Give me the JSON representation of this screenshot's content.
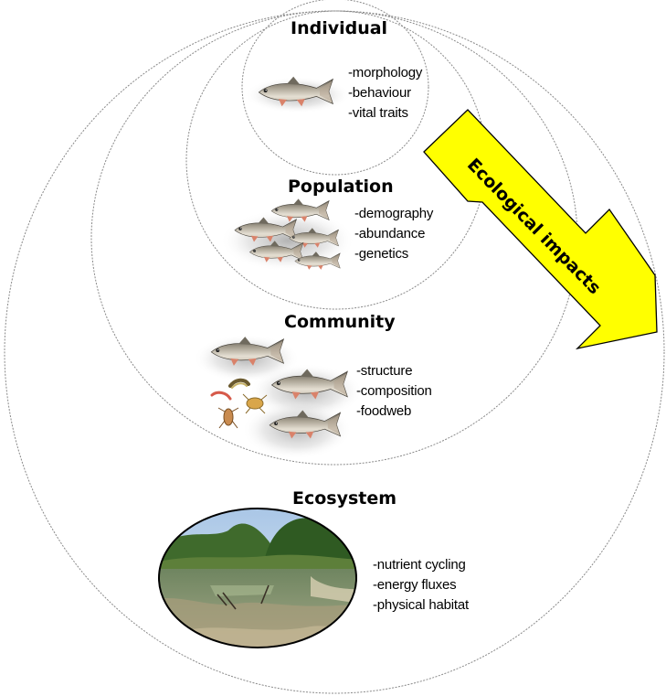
{
  "levels": {
    "individual": {
      "title": "Individual",
      "traits": [
        "-morphology",
        "-behaviour",
        "-vital traits"
      ]
    },
    "population": {
      "title": "Population",
      "traits": [
        "-demography",
        "-abundance",
        "-genetics"
      ]
    },
    "community": {
      "title": "Community",
      "traits": [
        "-structure",
        "-composition",
        "-foodweb"
      ]
    },
    "ecosystem": {
      "title": "Ecosystem",
      "traits": [
        "-nutrient cycling",
        "-energy fluxes",
        "-physical habitat"
      ]
    }
  },
  "arrow": {
    "label": "Ecological impacts",
    "fill_color": "#ffff00",
    "stroke_color": "#000000"
  },
  "colors": {
    "circle_stroke": "#8a8a8a",
    "fish_body": "#c9c2b4",
    "fish_back": "#6f6a5e",
    "fish_fin": "#d9826a"
  },
  "icons": [
    "fish-icon",
    "invertebrate-icon",
    "river-photo"
  ]
}
